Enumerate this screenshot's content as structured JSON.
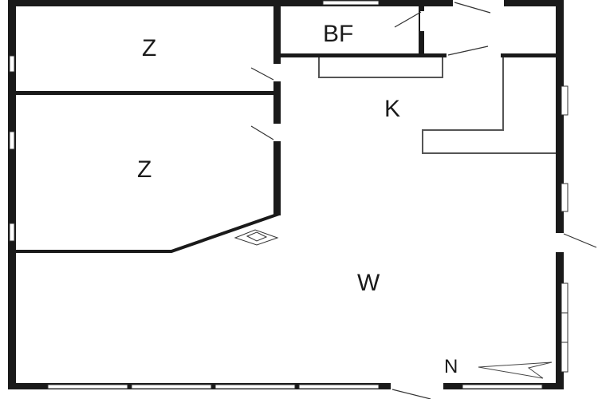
{
  "rooms": {
    "bedroom_1": "Z",
    "bedroom_2": "Z",
    "bathroom": "BF",
    "kitchen": "K",
    "living": "W"
  },
  "compass": {
    "label": "N",
    "direction": "west"
  }
}
